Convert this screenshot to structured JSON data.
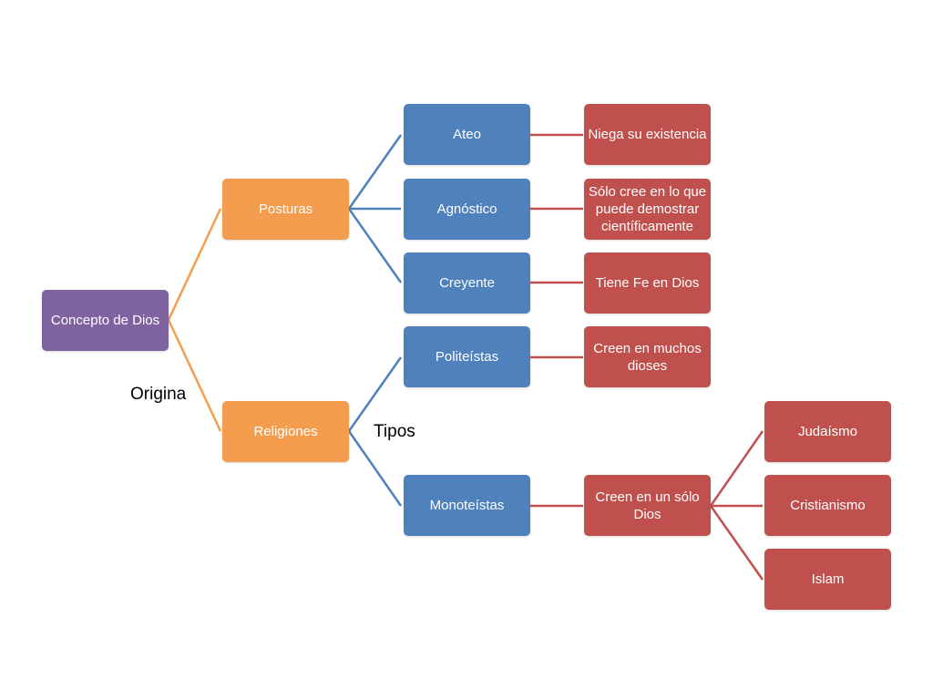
{
  "diagram": {
    "colors": {
      "root": "#7f63a1",
      "level1": "#f59d4f",
      "level2": "#4f81bd",
      "level3": "#c0504d",
      "connector_root": "#f59d4f",
      "connector_blue": "#4f81bd",
      "connector_red": "#c0504d"
    },
    "root": {
      "label": "Concepto de Dios"
    },
    "posturas": {
      "label": "Posturas"
    },
    "religiones": {
      "label": "Religiones"
    },
    "ateo": {
      "label": "Ateo"
    },
    "agnostico": {
      "label": "Agnóstico"
    },
    "creyente": {
      "label": "Creyente"
    },
    "politeistas": {
      "label": "Politeístas"
    },
    "monoteistas": {
      "label": "Monoteístas"
    },
    "niega": {
      "label": "Niega su existencia"
    },
    "solo_cree": {
      "label": "Sólo cree en lo que puede demostrar científicamente"
    },
    "tiene_fe": {
      "label": "Tiene Fe en Dios"
    },
    "muchos_dioses": {
      "label": "Creen en muchos dioses"
    },
    "un_solo_dios": {
      "label": "Creen en un sólo Dios"
    },
    "judaismo": {
      "label": "Judaísmo"
    },
    "cristianismo": {
      "label": "Cristianismo"
    },
    "islam": {
      "label": "Islam"
    },
    "tags": {
      "origina": "Origina",
      "tipos": "Tipos"
    }
  }
}
